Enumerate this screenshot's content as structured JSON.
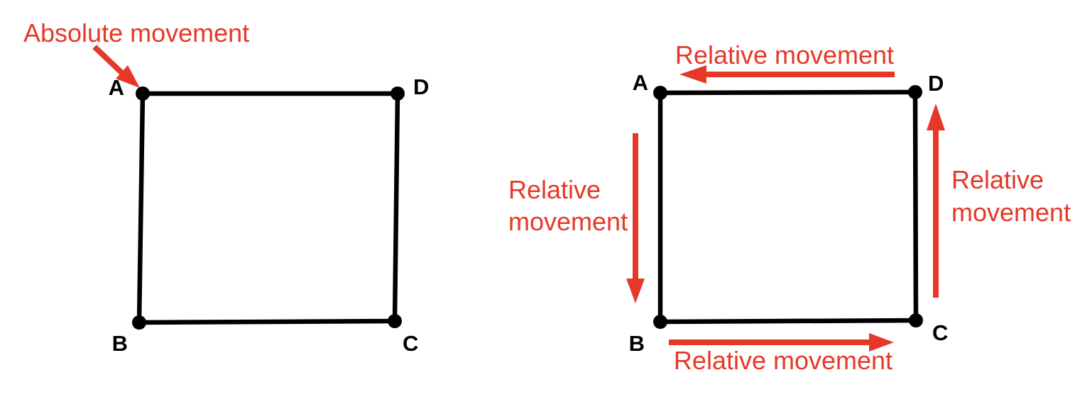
{
  "colors": {
    "accent_red": "#e63829",
    "line_black": "#000000",
    "background": "#ffffff"
  },
  "left_figure": {
    "annotation_label": "Absolute movement",
    "annotation_arrow_direction": "down-right-to-corner-A",
    "corner_labels": {
      "top_left": "A",
      "top_right": "D",
      "bottom_left": "B",
      "bottom_right": "C"
    }
  },
  "right_figure": {
    "corner_labels": {
      "top_left": "A",
      "top_right": "D",
      "bottom_left": "B",
      "bottom_right": "C"
    },
    "edge_annotations": {
      "top": {
        "label": "Relative movement",
        "arrow_direction": "left"
      },
      "left": {
        "label_line1": "Relative",
        "label_line2": "movement",
        "arrow_direction": "down"
      },
      "bottom": {
        "label": "Relative movement",
        "arrow_direction": "right"
      },
      "right": {
        "label_line1": "Relative",
        "label_line2": "movement",
        "arrow_direction": "up"
      }
    }
  }
}
